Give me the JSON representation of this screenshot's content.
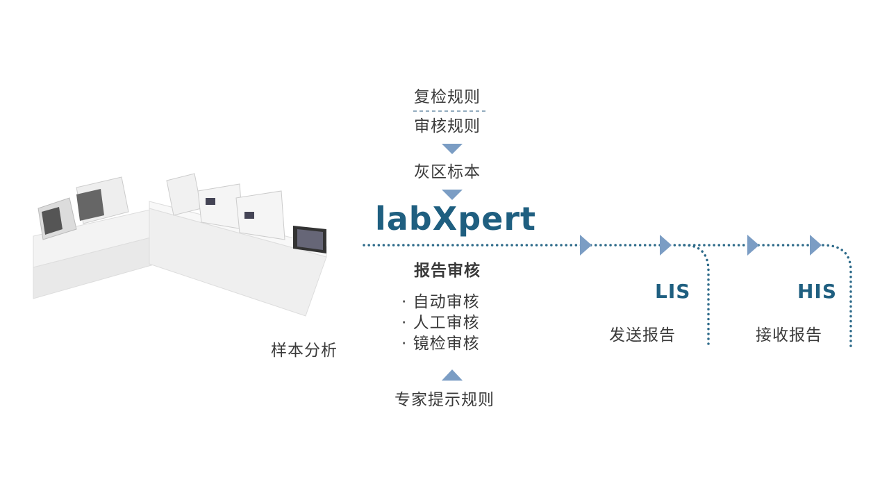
{
  "rules": {
    "recheck": "复检规则",
    "audit": "审核规则",
    "gray_zone": "灰区标本",
    "expert": "专家提示规则"
  },
  "product": "labXpert",
  "report_audit": {
    "title": "报告审核",
    "items": [
      "自动审核",
      "人工审核",
      "镜检审核"
    ],
    "bullet": "·"
  },
  "sample_analysis": "样本分析",
  "lis": {
    "name": "LIS",
    "action": "发送报告"
  },
  "his": {
    "name": "HIS",
    "action": "接收报告"
  },
  "colors": {
    "line": "#2e6b8a",
    "arrow": "#7b9dc4",
    "brand": "#1f5f80"
  }
}
